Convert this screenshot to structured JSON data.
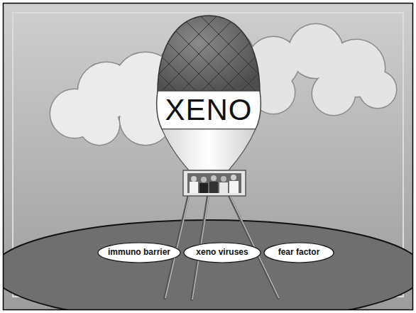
{
  "diagram": {
    "nodes": [
      {
        "text": [
          "XENO"
        ]
      },
      {
        "text": [
          "immuno barrier"
        ]
      },
      {
        "text": [
          "xeno viruses"
        ]
      },
      {
        "text": [
          "fear factor"
        ]
      }
    ]
  }
}
